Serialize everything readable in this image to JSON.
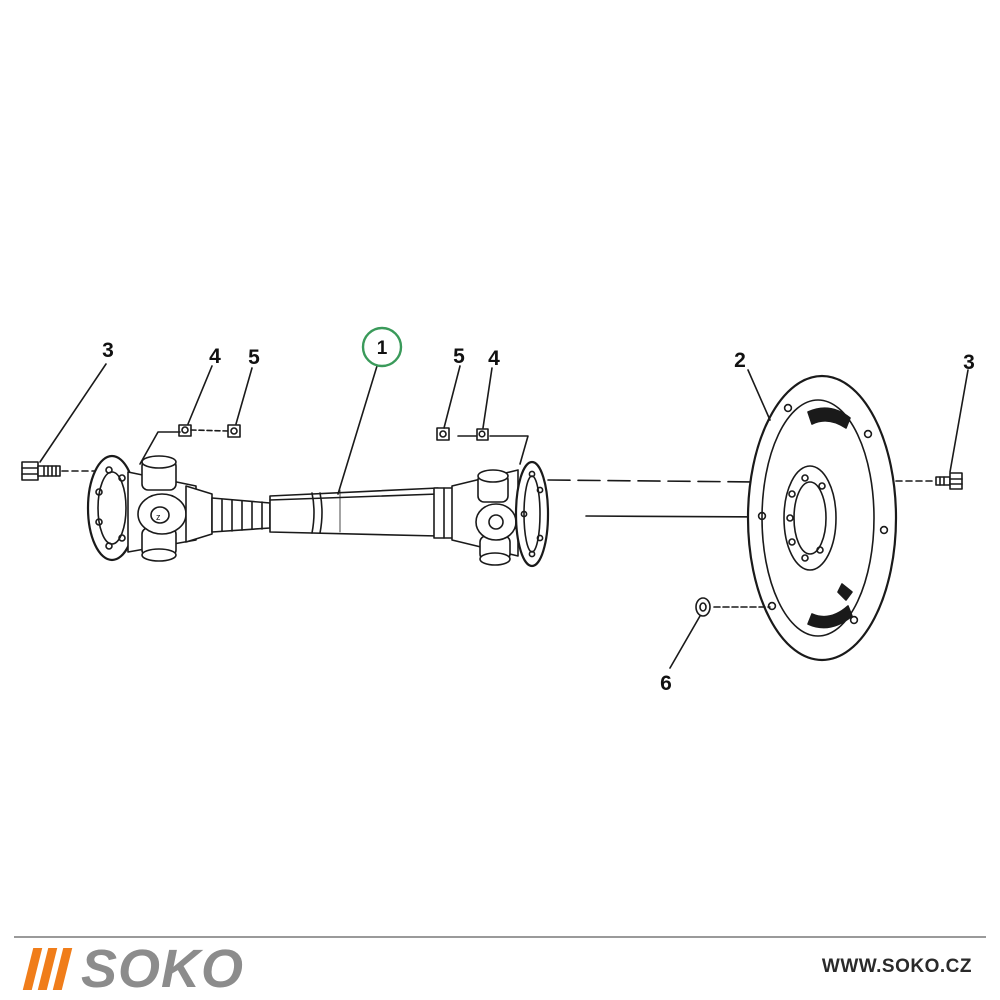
{
  "callouts": {
    "shaft": "1",
    "flange_disc": "2",
    "bolt_left": "3",
    "bolt_right": "3",
    "washer_left": "4",
    "washer_right": "4",
    "nut_left": "5",
    "nut_right": "5",
    "nut_disc": "6"
  },
  "footer": {
    "brand": "SOKO",
    "website": "WWW.SOKO.CZ"
  },
  "colors": {
    "brand_orange": "#f07d1a",
    "brand_gray": "#8c8c8c",
    "highlight_circle": "#3a9a5a",
    "line_art": "#1a1a1a"
  },
  "icons": {
    "brand_mark": "three-slanted-bars-logo"
  }
}
